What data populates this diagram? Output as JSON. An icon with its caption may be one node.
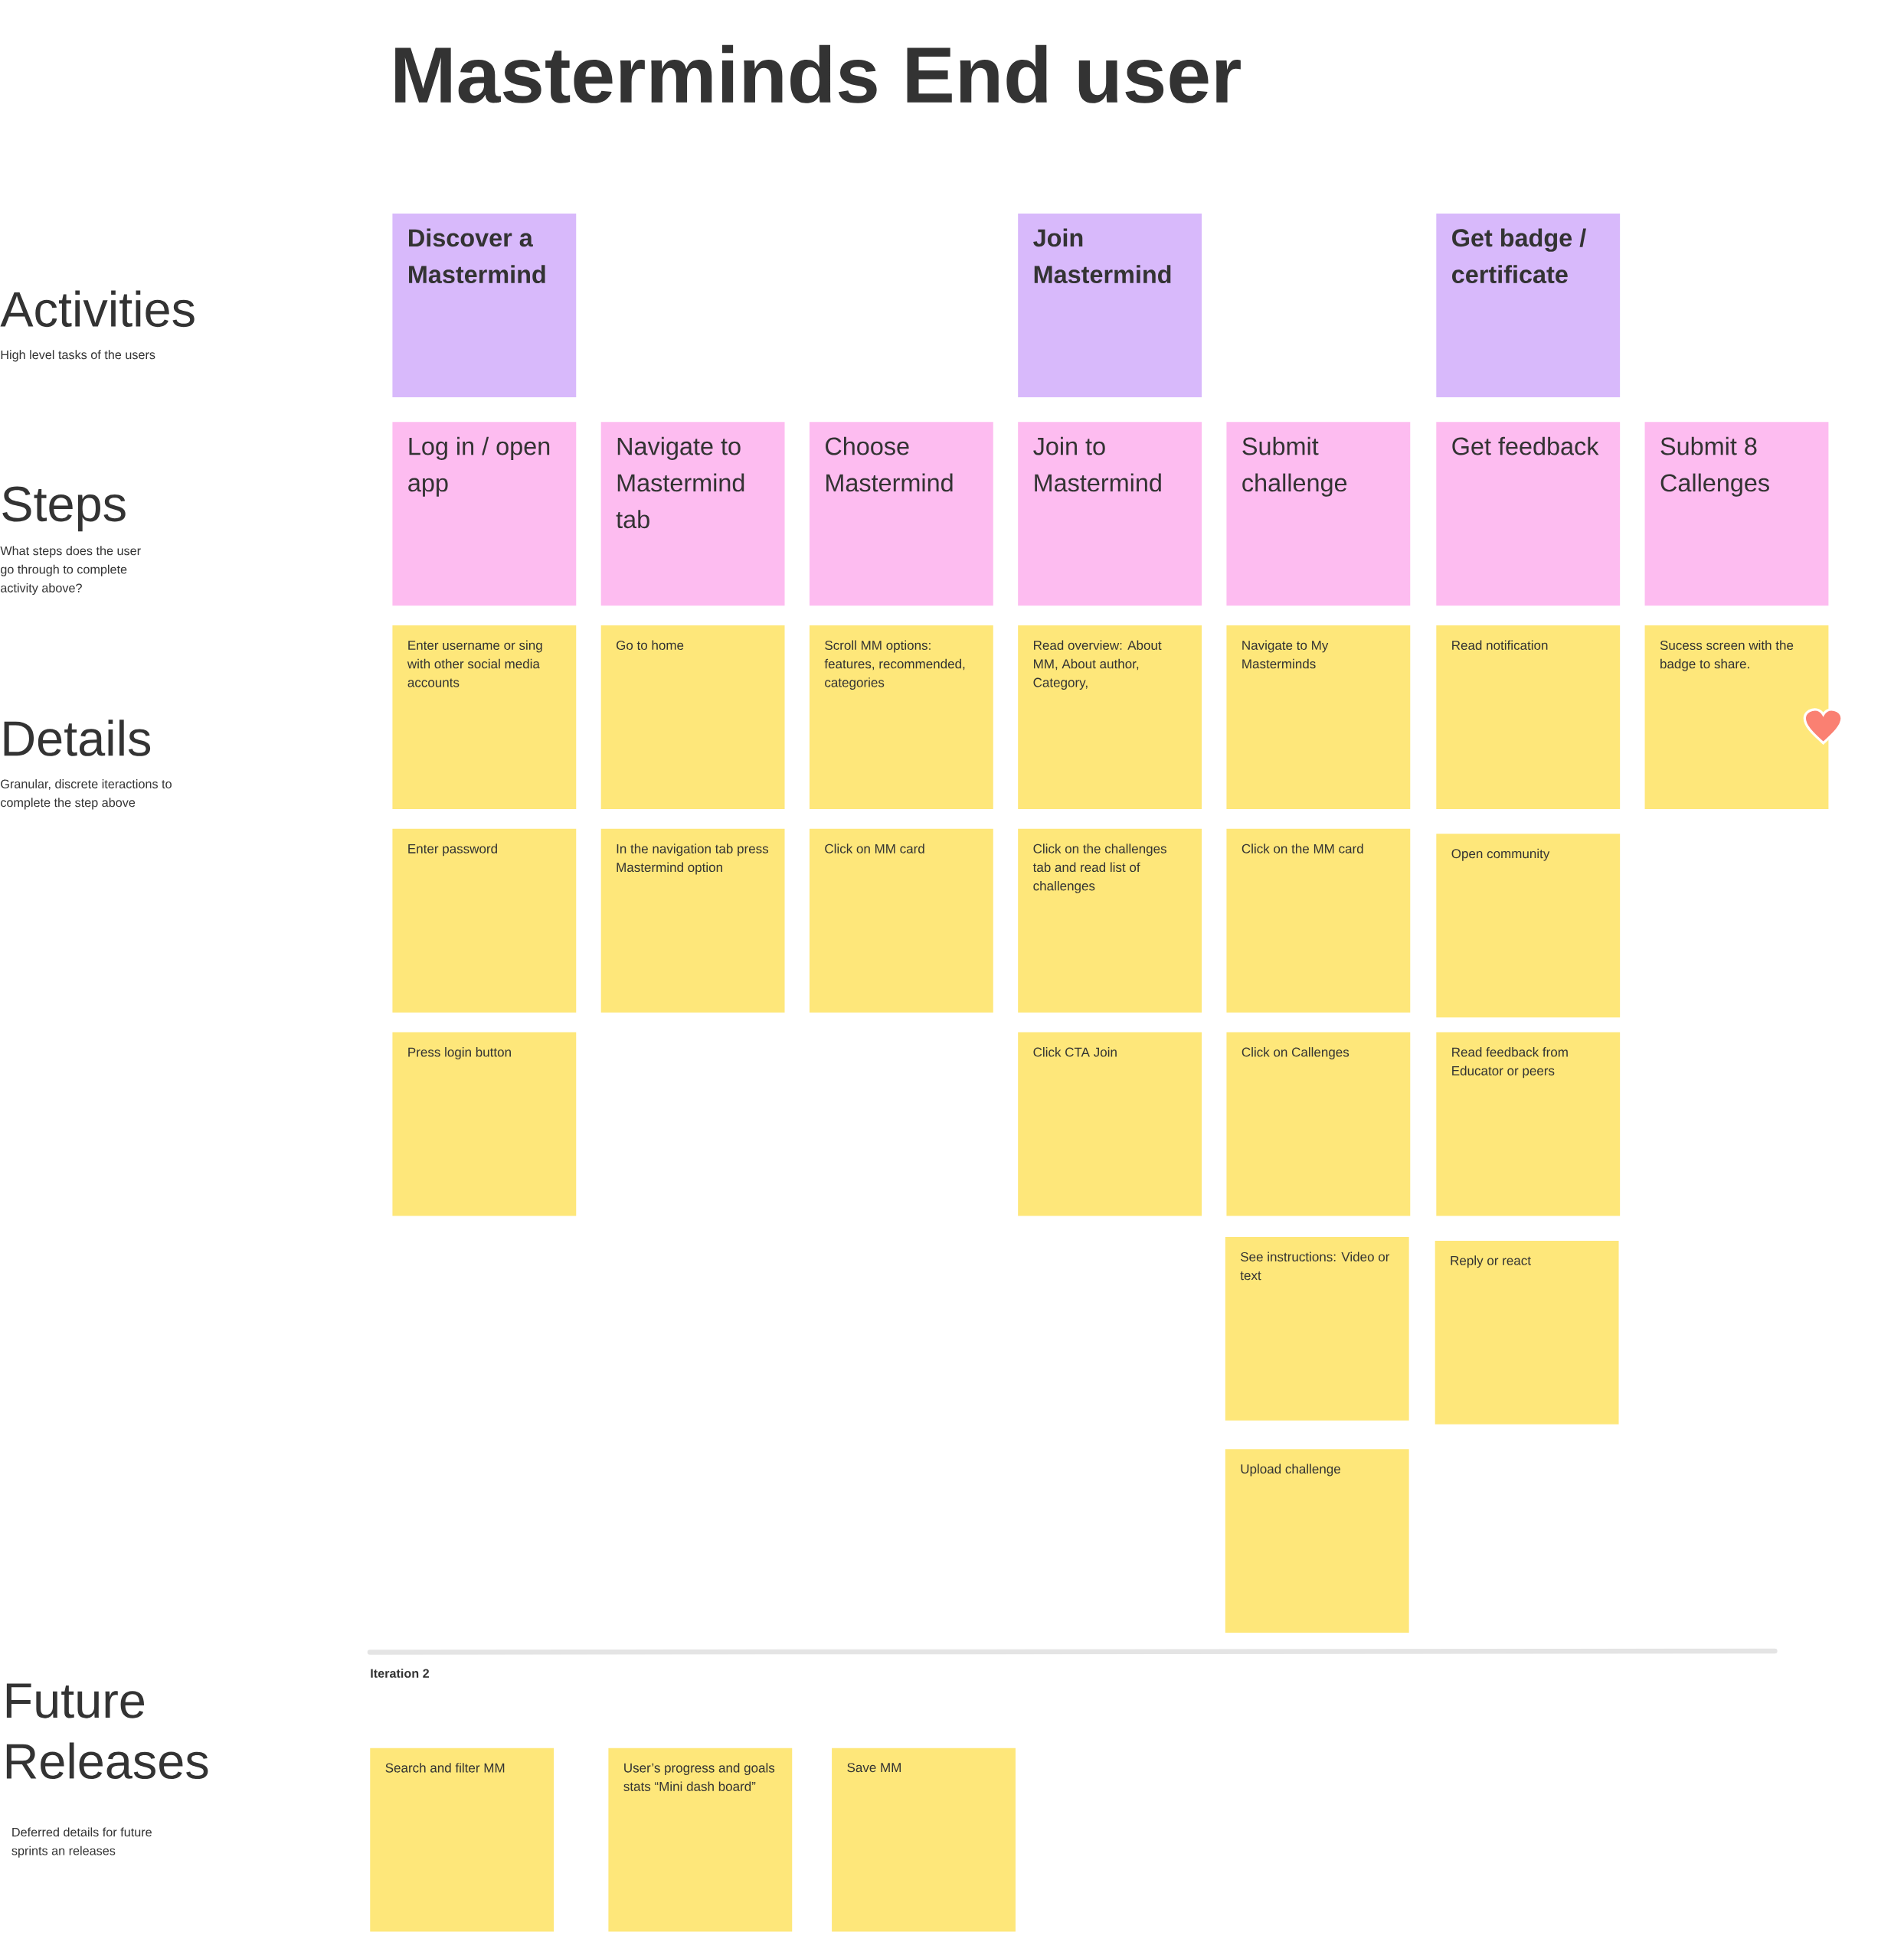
{
  "diagram": {
    "title": "Masterminds End user",
    "nodes": [
      {
        "text": [
          "Discover a Mastermind"
        ]
      },
      {
        "text": [
          "Join Mastermind"
        ]
      },
      {
        "text": [
          "Get badge / certificate"
        ]
      },
      {
        "text": [
          "Log in / open app"
        ]
      },
      {
        "text": [
          "Navigate to Mastermind tab"
        ]
      },
      {
        "text": [
          "Choose Mastermind"
        ]
      },
      {
        "text": [
          "Join to Mastermind"
        ]
      },
      {
        "text": [
          "Submit challenge"
        ]
      },
      {
        "text": [
          "Get feedback"
        ]
      },
      {
        "text": [
          "Submit 8 Callenges"
        ]
      },
      {
        "text": [
          "Enter username or sing with other social media accounts"
        ]
      },
      {
        "text": [
          "Go to home"
        ]
      },
      {
        "text": [
          "Scroll MM options: features, recommended, categories"
        ]
      },
      {
        "text": [
          "Read overview: About MM, About author, Category,"
        ]
      },
      {
        "text": [
          "Navigate to My Masterminds"
        ]
      },
      {
        "text": [
          "Read notification"
        ]
      },
      {
        "text": [
          "Sucess screen with the badge to share."
        ]
      },
      {
        "text": [
          "Enter password"
        ]
      },
      {
        "text": [
          "In the navigation tab press Mastermind option"
        ]
      },
      {
        "text": [
          "Click on MM card"
        ]
      },
      {
        "text": [
          "Click on the challenges tab and read list of challenges"
        ]
      },
      {
        "text": [
          "Click on the MM card"
        ]
      },
      {
        "text": [
          "Open community"
        ]
      },
      {
        "text": [
          "Press login button"
        ]
      },
      {
        "text": [
          "Click CTA Join"
        ]
      },
      {
        "text": [
          "Click on Callenges"
        ]
      },
      {
        "text": [
          "Read feedback from Educator or peers"
        ]
      },
      {
        "text": [
          "See instructions: Video or text"
        ]
      },
      {
        "text": [
          "Reply or react"
        ]
      },
      {
        "text": [
          "Upload challenge"
        ]
      },
      {
        "text": [
          "Search and filter MM"
        ]
      },
      {
        "text": [
          "User’s progress and goals stats “Mini dash board”"
        ]
      },
      {
        "text": [
          "Save MM"
        ]
      }
    ],
    "labels": [
      "Activities",
      "High level tasks of the users",
      "Steps",
      "What steps does the user go through to complete activity above?",
      "Details",
      "Granular, discrete iteractions to complete the step above",
      "Iteration 2",
      "Future Releases",
      "Deferred details for future sprints an releases"
    ]
  }
}
